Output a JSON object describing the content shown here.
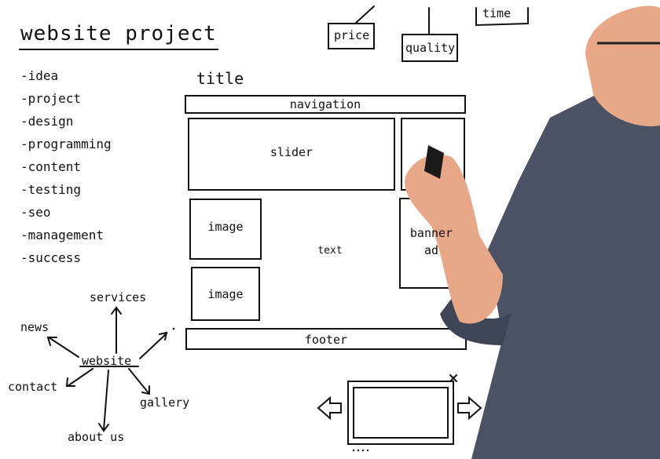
{
  "sketch": {
    "heading": "website project",
    "topics": [
      "-idea",
      "-project",
      "-design",
      "-programming",
      "-content",
      "-testing",
      "-seo",
      "-management",
      "-success"
    ],
    "top_boxes": {
      "price": "price",
      "quality": "quality",
      "time": "time"
    },
    "wireframe": {
      "title": "title",
      "navigation": "navigation",
      "slider": "slider",
      "image_1": "image",
      "image_2": "image",
      "text": "text",
      "banner": "banner",
      "banner_ad": "ad",
      "footer": "footer"
    },
    "sitemap": {
      "center": "website",
      "services": "services",
      "news": "news",
      "contact": "contact",
      "gallery": "gallery",
      "about": "about us"
    }
  },
  "colors": {
    "ink": "#111111",
    "background": "#ffffff",
    "shirt": "#4a5263",
    "skin": "#e8a888"
  }
}
